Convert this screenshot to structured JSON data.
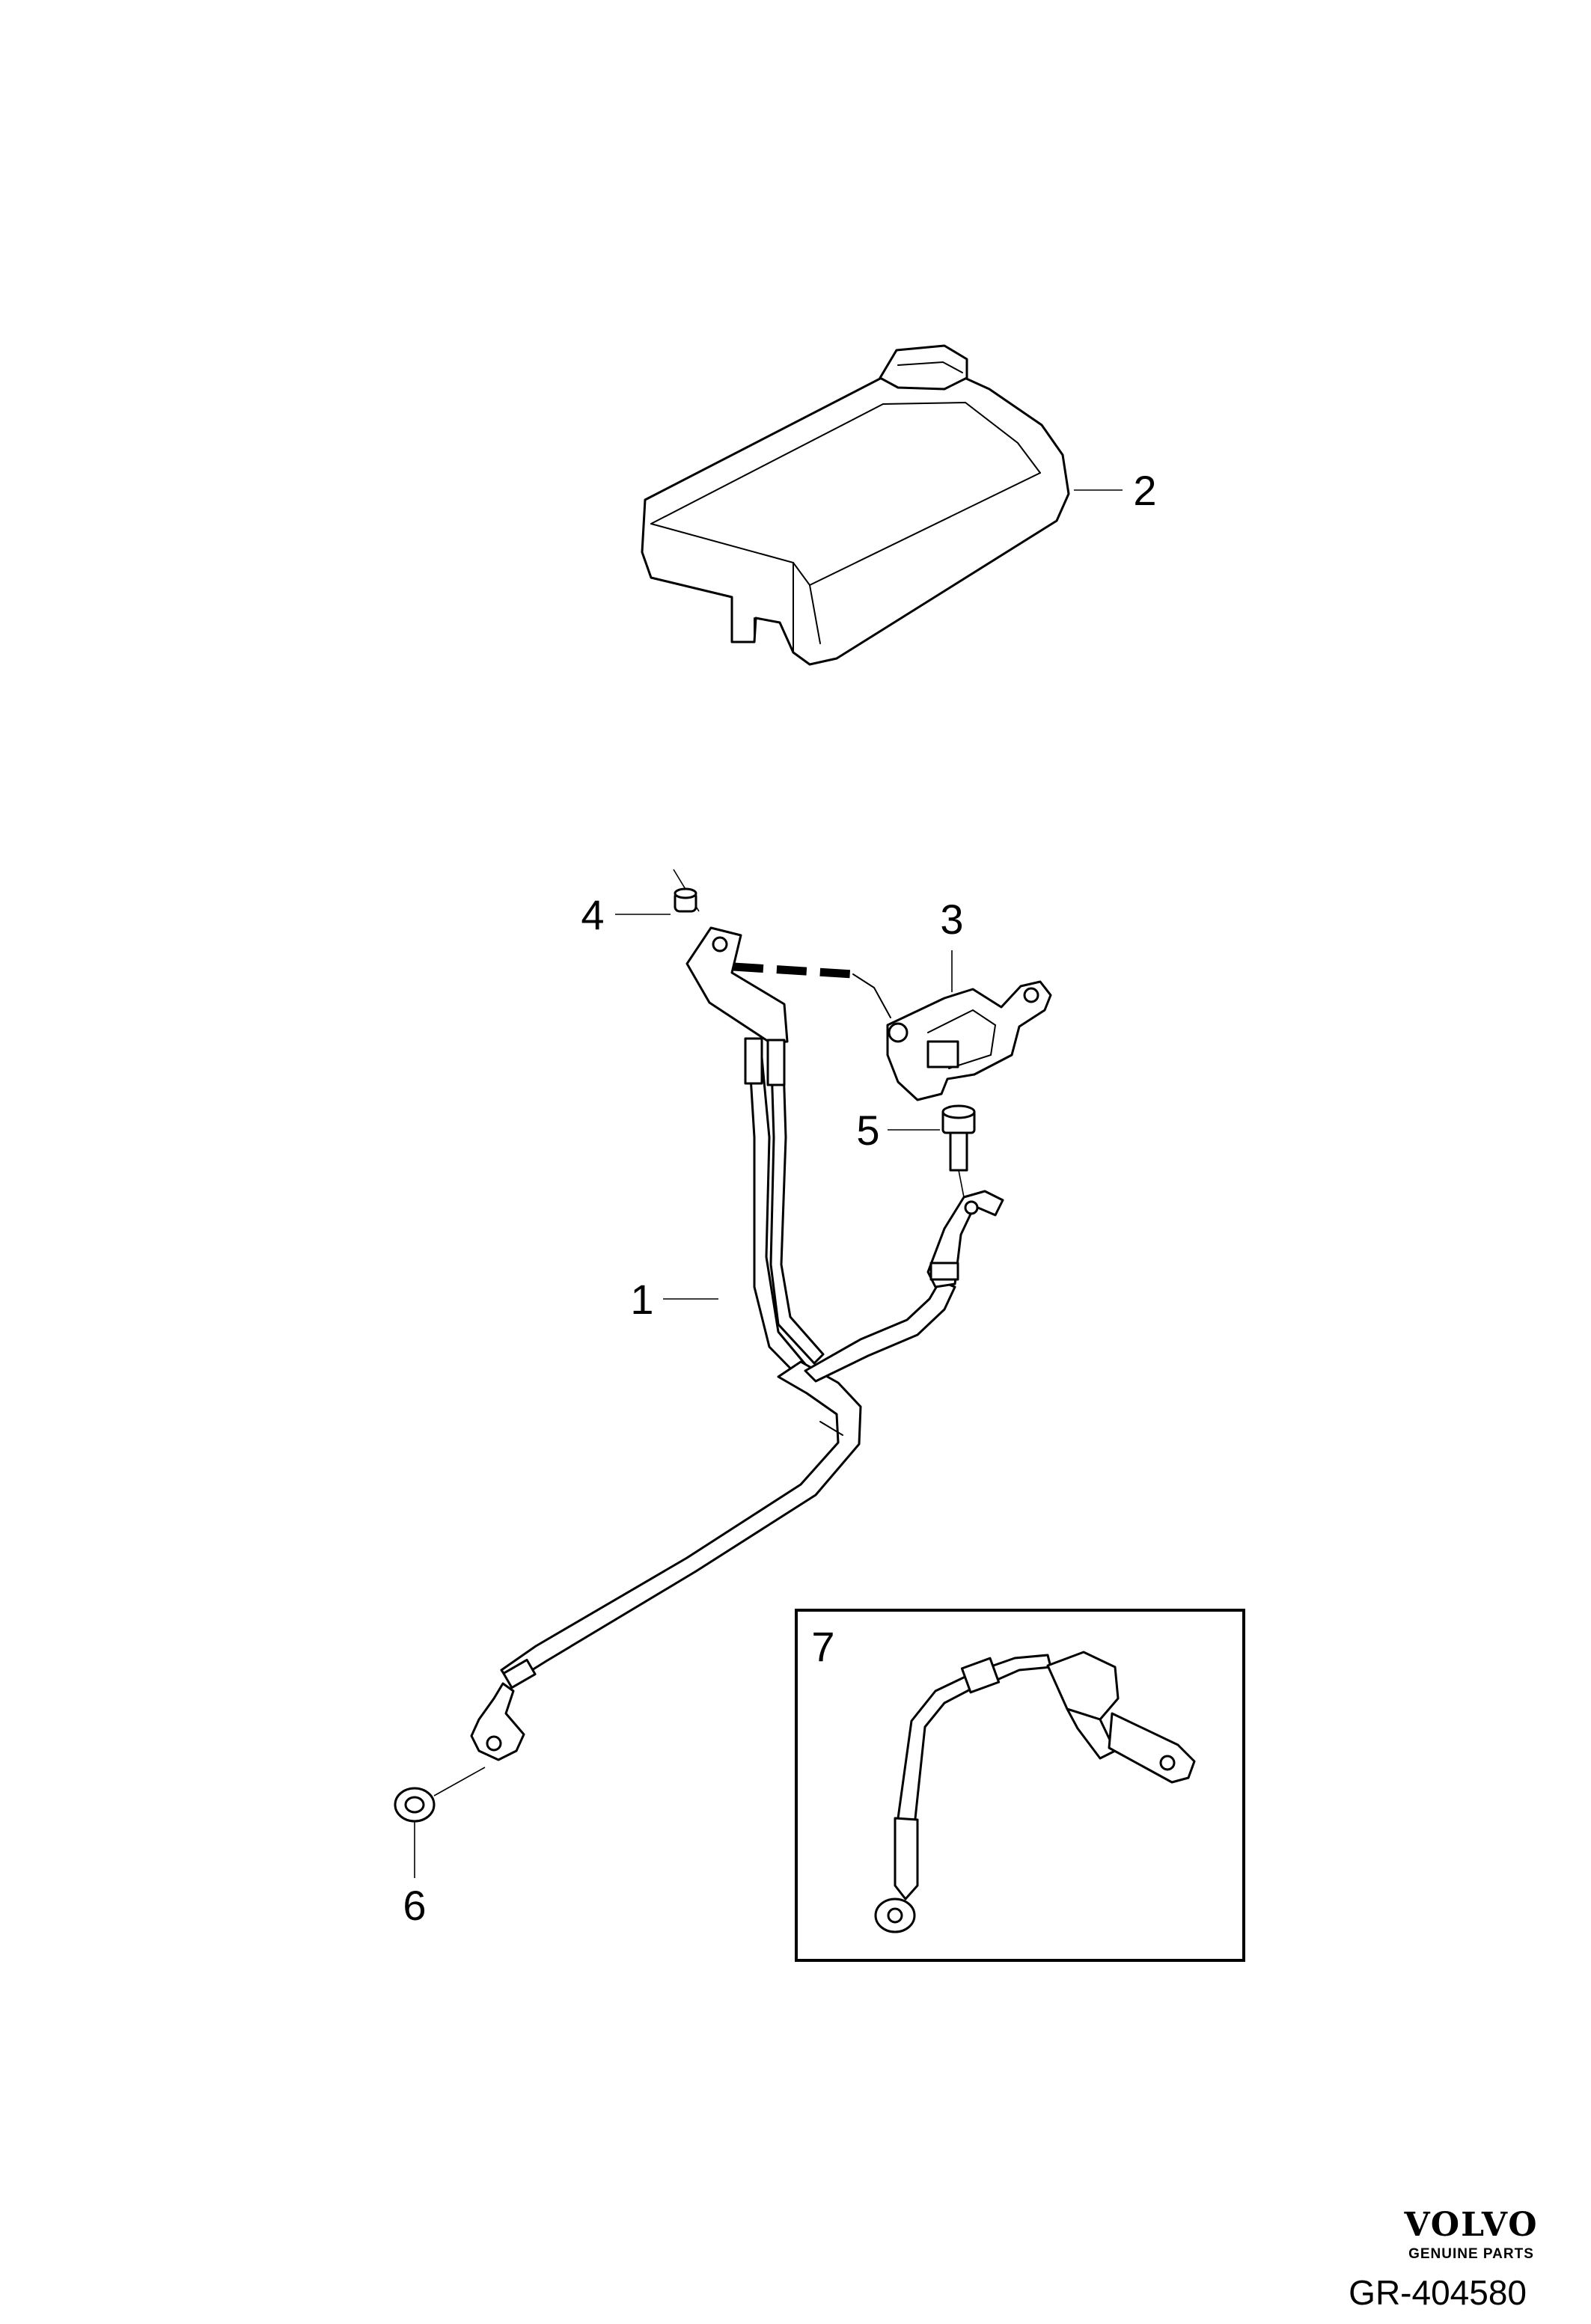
{
  "callouts": [
    {
      "id": "1",
      "label": "1"
    },
    {
      "id": "2",
      "label": "2"
    },
    {
      "id": "3",
      "label": "3"
    },
    {
      "id": "4",
      "label": "4"
    },
    {
      "id": "5",
      "label": "5"
    },
    {
      "id": "6",
      "label": "6"
    },
    {
      "id": "7",
      "label": "7"
    }
  ],
  "brand": {
    "name": "VOLVO",
    "tagline": "GENUINE PARTS"
  },
  "reference_code": "GR-404580"
}
